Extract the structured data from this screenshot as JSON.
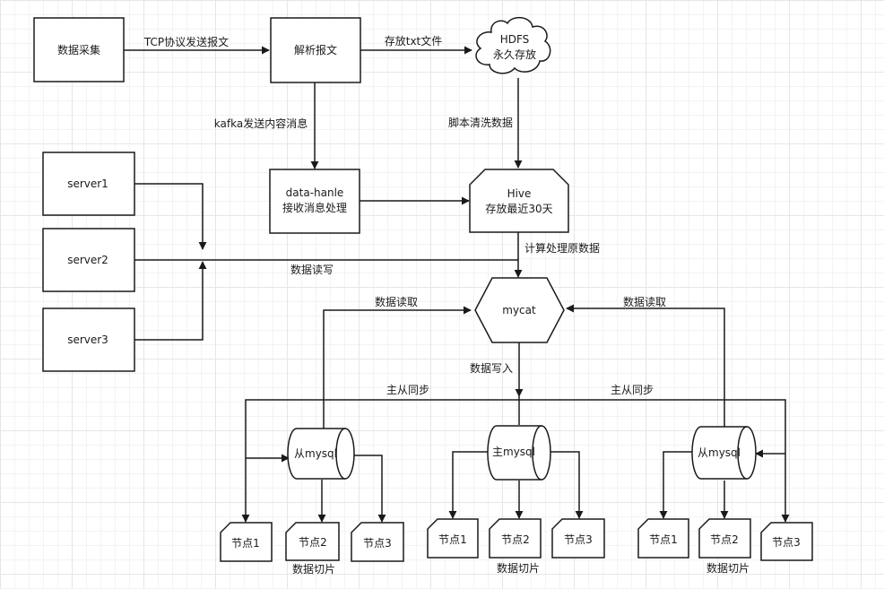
{
  "nodes": {
    "collect": "数据采集",
    "parse": "解析报文",
    "hdfs_1": "HDFS",
    "hdfs_2": "永久存放",
    "data_handle_1": "data-hanle",
    "data_handle_2": "接收消息处理",
    "hive_1": "Hive",
    "hive_2": "存放最近30天",
    "server1": "server1",
    "server2": "server2",
    "server3": "server3",
    "mycat": "mycat",
    "slave_mysql": "从mysql",
    "master_mysql": "主mysql",
    "node1": "节点1",
    "node2": "节点2",
    "node3": "节点3"
  },
  "edges": {
    "tcp_send": "TCP协议发送报文",
    "store_txt": "存放txt文件",
    "kafka_send": "kafka发送内容消息",
    "script_clean": "脚本清洗数据",
    "compute": "计算处理原数据",
    "read_write": "数据读写",
    "read": "数据读取",
    "write": "数据写入",
    "sync": "主从同步",
    "shard": "数据切片"
  }
}
